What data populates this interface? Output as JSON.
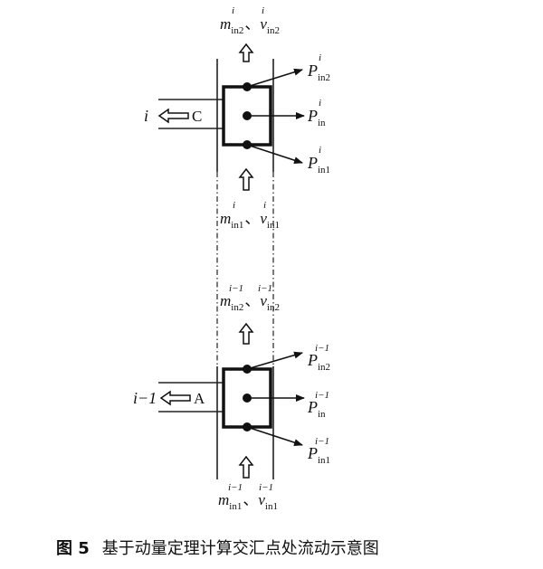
{
  "junction_upper": {
    "index": "i",
    "branch": "C",
    "top_flow": {
      "m": "m",
      "m_sub": "in2",
      "m_sup": "i",
      "sep": "、",
      "v": "v",
      "v_sub": "in2",
      "v_sup": "i"
    },
    "bottom_flow": {
      "m": "m",
      "m_sub": "in1",
      "m_sup": "i",
      "sep": "、",
      "v": "v",
      "v_sub": "in1",
      "v_sup": "i"
    },
    "pressures": [
      {
        "p": "P",
        "sub": "in2",
        "sup": "i"
      },
      {
        "p": "P",
        "sub": "in",
        "sup": "i"
      },
      {
        "p": "P",
        "sub": "in1",
        "sup": "i"
      }
    ]
  },
  "junction_lower": {
    "index": "i−1",
    "branch": "A",
    "top_flow": {
      "m": "m",
      "m_sub": "in2",
      "m_sup": "i−1",
      "sep": "、",
      "v": "v",
      "v_sub": "in2",
      "v_sup": "i−1"
    },
    "bottom_flow": {
      "m": "m",
      "m_sub": "in1",
      "m_sup": "i−1",
      "sep": "、",
      "v": "v",
      "v_sub": "in1",
      "v_sup": "i−1"
    },
    "pressures": [
      {
        "p": "P",
        "sub": "in2",
        "sup": "i−1"
      },
      {
        "p": "P",
        "sub": "in",
        "sup": "i−1"
      },
      {
        "p": "P",
        "sub": "in1",
        "sup": "i−1"
      }
    ]
  },
  "caption": {
    "figure": "图 5",
    "text": "基于动量定理计算交汇点处流动示意图"
  }
}
